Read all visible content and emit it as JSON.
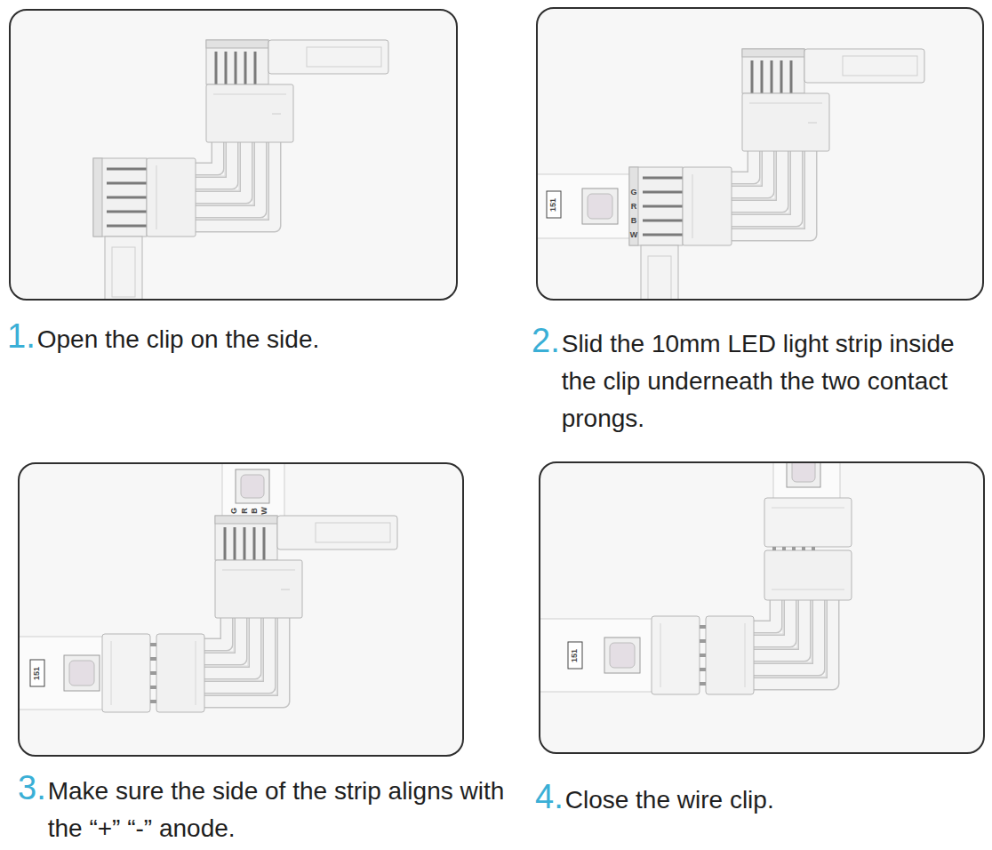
{
  "diagram": {
    "nodes": [
      {
        "text": [
          "1.",
          "Open the clip on the side."
        ]
      },
      {
        "text": [
          "2.",
          "Slid the 10mm LED light strip inside the clip underneath the two contact prongs."
        ]
      },
      {
        "text": [
          "3.",
          "Make sure the side of the strip aligns with the “+” “-” anode."
        ]
      },
      {
        "text": [
          "4.",
          "Close the wire clip."
        ]
      }
    ],
    "labels": [
      "151",
      "G",
      "R",
      "B",
      "W",
      "G",
      "R",
      "B",
      "W",
      "151",
      "151"
    ]
  }
}
